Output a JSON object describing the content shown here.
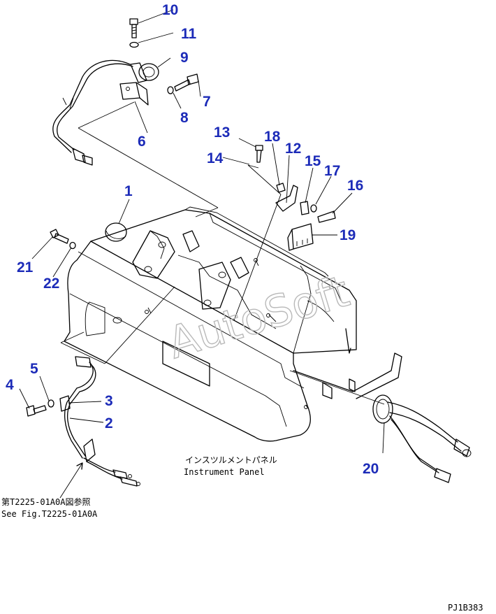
{
  "callouts": {
    "c1": "1",
    "c2": "2",
    "c3": "3",
    "c4": "4",
    "c5": "5",
    "c6": "6",
    "c7": "7",
    "c8": "8",
    "c9": "9",
    "c10": "10",
    "c11": "11",
    "c12": "12",
    "c13": "13",
    "c14": "14",
    "c15": "15",
    "c16": "16",
    "c17": "17",
    "c18": "18",
    "c19": "19",
    "c20": "20",
    "c21": "21",
    "c22": "22"
  },
  "labels": {
    "panel_jp": "インスツルメントパネル",
    "panel_en": "Instrument Panel",
    "ref_jp": "第T2225-01A0A図参照",
    "ref_en": "See Fig.T2225-01A0A",
    "drawing_code": "PJ1B383"
  },
  "watermark": "AutoSoft",
  "colors": {
    "callout": "#1c2bb8",
    "line": "#000000",
    "watermark": "#b9b9b9"
  }
}
